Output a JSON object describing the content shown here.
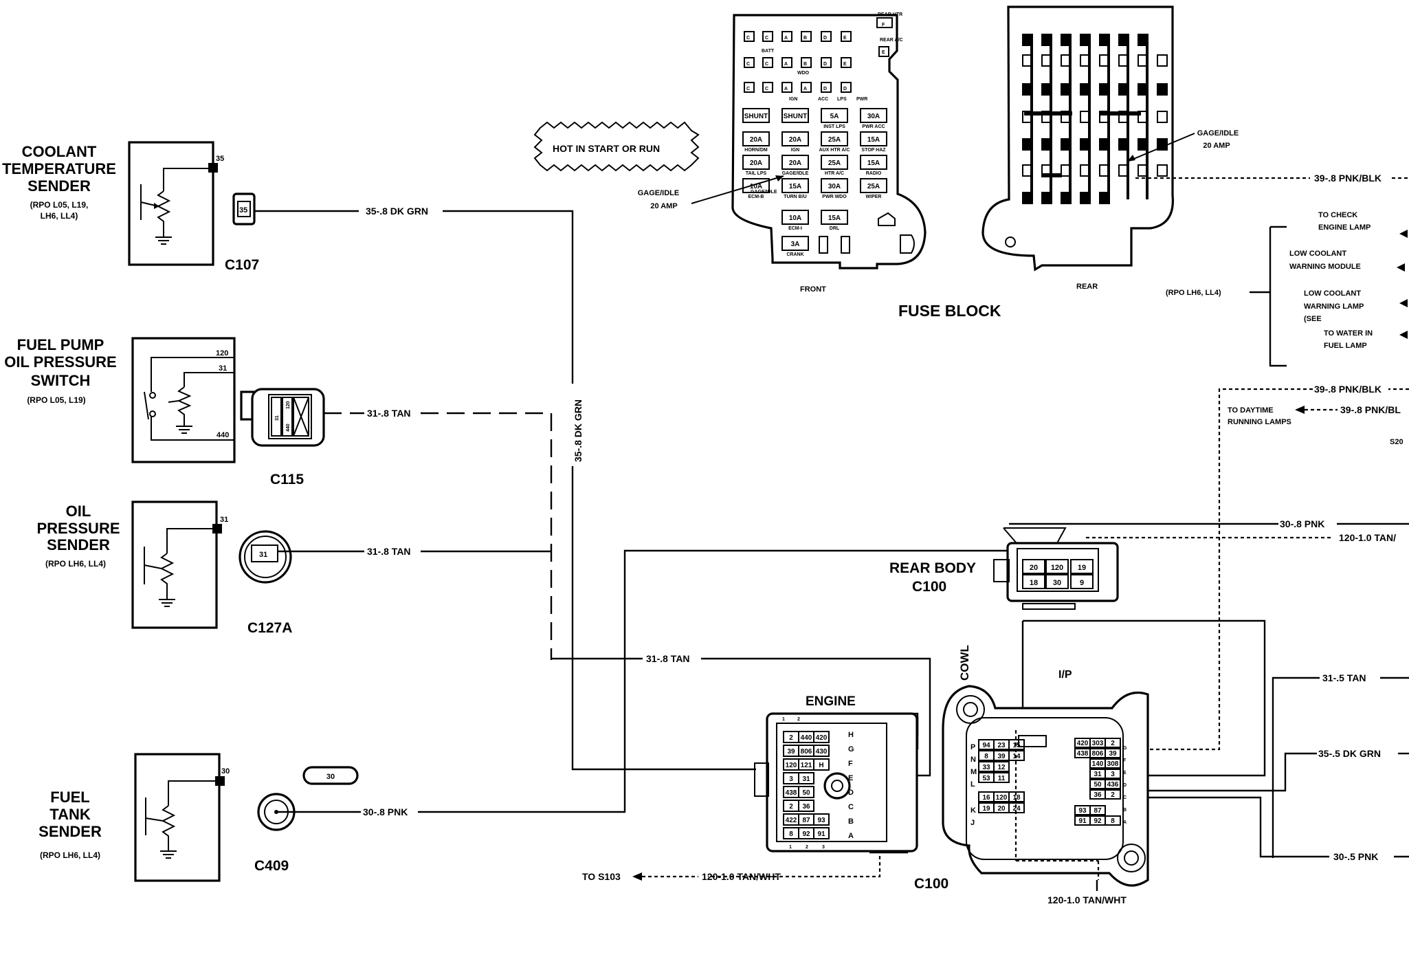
{
  "components": {
    "coolant": {
      "title": [
        "COOLANT",
        "TEMPERATURE",
        "SENDER"
      ],
      "rpo": [
        "(RPO L05, L19,",
        "LH6, LL4)"
      ],
      "pin": "35",
      "conn": "C107",
      "conn_pin": "35"
    },
    "fuelpump": {
      "title": [
        "FUEL PUMP",
        "OIL PRESSURE",
        "SWITCH"
      ],
      "rpo": [
        "(RPO L05, L19)"
      ],
      "pins": [
        "120",
        "31",
        "440"
      ],
      "conn": "C115",
      "conn_pins": [
        "31",
        "120",
        "440"
      ]
    },
    "oilpress": {
      "title": [
        "OIL",
        "PRESSURE",
        "SENDER"
      ],
      "rpo": [
        "(RPO LH6, LL4)"
      ],
      "pin": "31",
      "conn": "C127A",
      "conn_pin": "31"
    },
    "fueltank": {
      "title": [
        "FUEL",
        "TANK",
        "SENDER"
      ],
      "rpo": [
        "(RPO LH6, LL4)"
      ],
      "pin": "30",
      "conn": "C409",
      "conn_pin": "30"
    }
  },
  "wires": {
    "w35": "35-.8 DK GRN",
    "w35v": "35-.8 DK GRN",
    "w31a": "31-.8 TAN",
    "w31b": "31-.8 TAN",
    "w31c": "31-.8 TAN",
    "w30": "30-.8 PNK",
    "w120": "120-1.0 TAN/WHT",
    "w120b": "120-1.0 TAN/WHT",
    "to_s103": "TO S103",
    "r39a": "39-.8 PNK/BLK",
    "r39b": "39-.8 PNK/BLK",
    "r39c": "39-.8 PNK/BL",
    "r30": "30-.8 PNK",
    "r120": "120-1.0 TAN/",
    "r31": "31-.5 TAN",
    "r35": "35-.5 DK GRN",
    "r30b": "30-.5 PNK",
    "s20": "S20"
  },
  "hot": "HOT IN START OR RUN",
  "fuse_block": {
    "title": "FUSE BLOCK",
    "front": "FRONT",
    "rear": "REAR",
    "gage_front": [
      "GAGE/IDLE",
      "20 AMP"
    ],
    "gage_rear": [
      "GAGE/IDLE",
      "20 AMP"
    ],
    "top_letters": [
      "C",
      "C",
      "A",
      "B",
      "D",
      "E"
    ],
    "row2_letters": [
      "C",
      "C",
      "A",
      "B",
      "D",
      "E"
    ],
    "row3_letters": [
      "C",
      "C",
      "A",
      "A",
      "D",
      "D"
    ],
    "small_labels": [
      "BATT",
      "WDO",
      "IGN",
      "ACC",
      "LPS",
      "PWR",
      "REAR HTR",
      "REAR A/C",
      "F",
      "E"
    ],
    "fuses": [
      {
        "v": "SHUNT",
        "n": ""
      },
      {
        "v": "SHUNT",
        "n": ""
      },
      {
        "v": "5A",
        "n": "INST LPS"
      },
      {
        "v": "30A",
        "n": "PWR ACC"
      },
      {
        "v": "20A",
        "n": "HORN/DM"
      },
      {
        "v": "20A",
        "n": "IGN"
      },
      {
        "v": "25A",
        "n": "AUX HTR A/C"
      },
      {
        "v": "15A",
        "n": "STOP HAZ"
      },
      {
        "v": "20A",
        "n": "TAIL LPS"
      },
      {
        "v": "20A",
        "n": "GAGE/IDLE"
      },
      {
        "v": "25A",
        "n": "HTR A/C"
      },
      {
        "v": "15A",
        "n": "RADIO"
      },
      {
        "v": "10A",
        "n": "ECM-B"
      },
      {
        "v": "15A",
        "n": "TURN B/U"
      },
      {
        "v": "30A",
        "n": "PWR WDO"
      },
      {
        "v": "25A",
        "n": "WIPER"
      },
      {
        "v": "10A",
        "n": "ECM-I"
      },
      {
        "v": "15A",
        "n": "DRL"
      },
      {
        "v": "3A",
        "n": "CRANK"
      }
    ]
  },
  "right_group": {
    "rpo": "(RPO LH6, LL4)",
    "items": [
      [
        "TO CHECK",
        "ENGINE LAMP"
      ],
      [
        "LOW COOLANT",
        "WARNING MODULE"
      ],
      [
        "LOW COOLANT",
        "WARNING LAMP",
        "(SEE"
      ],
      [
        "TO WATER IN",
        "FUEL LAMP"
      ]
    ],
    "daytime": [
      "TO DAYTIME",
      "RUNNING LAMPS"
    ]
  },
  "rear_body": {
    "title": [
      "REAR BODY",
      "C100"
    ],
    "cells_top": [
      "20",
      "120",
      "19"
    ],
    "cells_bot": [
      "18",
      "30",
      "9"
    ]
  },
  "engine": {
    "title": "ENGINE",
    "rows": [
      [
        "2",
        "440",
        "420"
      ],
      [
        "39",
        "806",
        "430"
      ],
      [
        "120",
        "121",
        "H"
      ],
      [
        "3",
        "31",
        ""
      ],
      [
        "438",
        "50",
        ""
      ],
      [
        "2",
        "36",
        ""
      ],
      [
        "422",
        "87",
        "93"
      ],
      [
        "8",
        "92",
        "91"
      ]
    ],
    "letters": [
      "H",
      "G",
      "F",
      "E",
      "D",
      "C",
      "B",
      "A"
    ],
    "bottom_nums": [
      "1",
      "2",
      "3"
    ],
    "top_nums": [
      "1",
      "2"
    ]
  },
  "ip": {
    "cowl": "COWL",
    "ip": "I/P",
    "conn": "C100",
    "left": [
      [
        "94",
        "23",
        "15"
      ],
      [
        "8",
        "39",
        "14"
      ],
      [
        "33",
        "12",
        ""
      ],
      [
        "53",
        "11",
        ""
      ],
      [
        "16",
        "120",
        "18"
      ],
      [
        "19",
        "20",
        "24"
      ]
    ],
    "right": [
      [
        "420",
        "303",
        "2"
      ],
      [
        "438",
        "806",
        "39"
      ],
      [
        "",
        "140",
        "308"
      ],
      [
        "",
        "31",
        "3"
      ],
      [
        "",
        "50",
        "436"
      ],
      [
        "",
        "36",
        "2"
      ],
      [
        "93",
        "87",
        ""
      ],
      [
        "91",
        "92",
        "8"
      ]
    ],
    "left_letters": [
      "P",
      "N",
      "M",
      "L",
      "K",
      "J"
    ],
    "right_letters": [
      "G",
      "F",
      "E",
      "D",
      "C",
      "B",
      "A"
    ]
  }
}
